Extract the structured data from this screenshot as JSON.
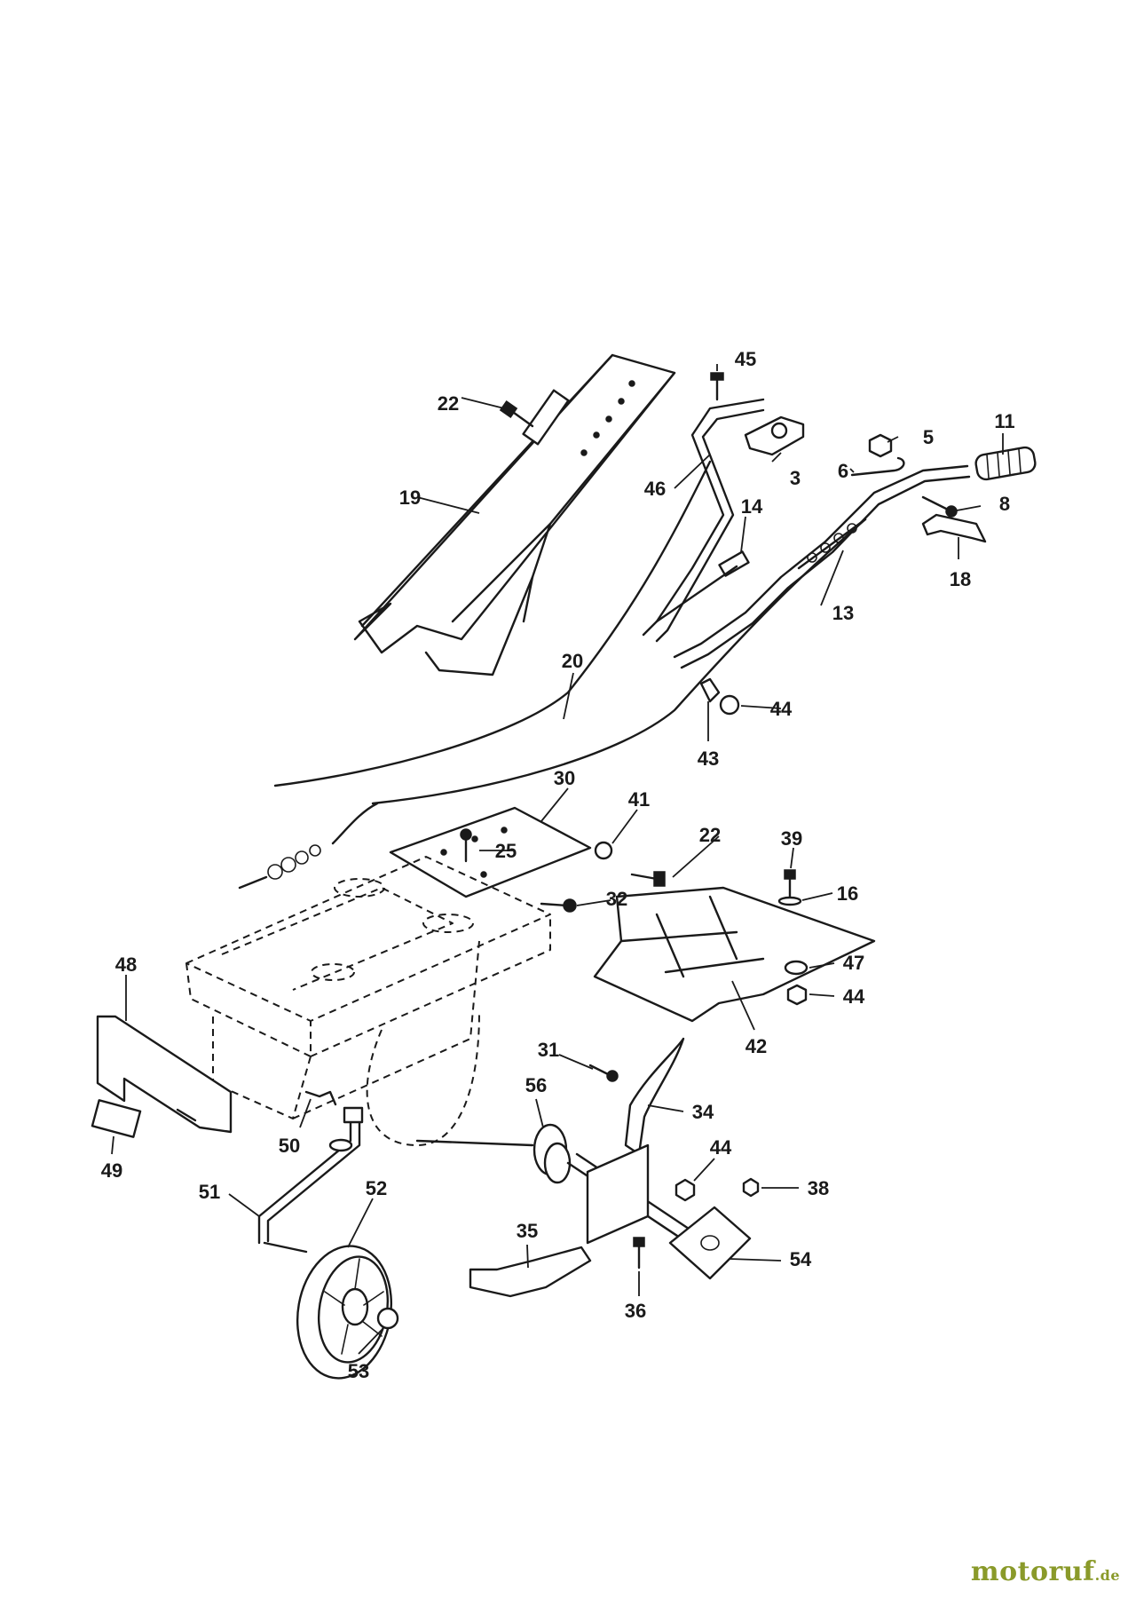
{
  "diagram": {
    "colors": {
      "ink": "#1a1a1a",
      "watermark": "#8a9a2a"
    },
    "part_labels": [
      "22",
      "19",
      "45",
      "46",
      "3",
      "14",
      "5",
      "6",
      "11",
      "8",
      "18",
      "13",
      "20",
      "44",
      "43",
      "30",
      "41",
      "22",
      "25",
      "39",
      "16",
      "32",
      "47",
      "44",
      "42",
      "48",
      "31",
      "34",
      "44",
      "38",
      "56",
      "50",
      "49",
      "51",
      "52",
      "35",
      "54",
      "36",
      "53"
    ]
  },
  "watermark": {
    "name": "motoruf",
    "tld": ".de"
  }
}
